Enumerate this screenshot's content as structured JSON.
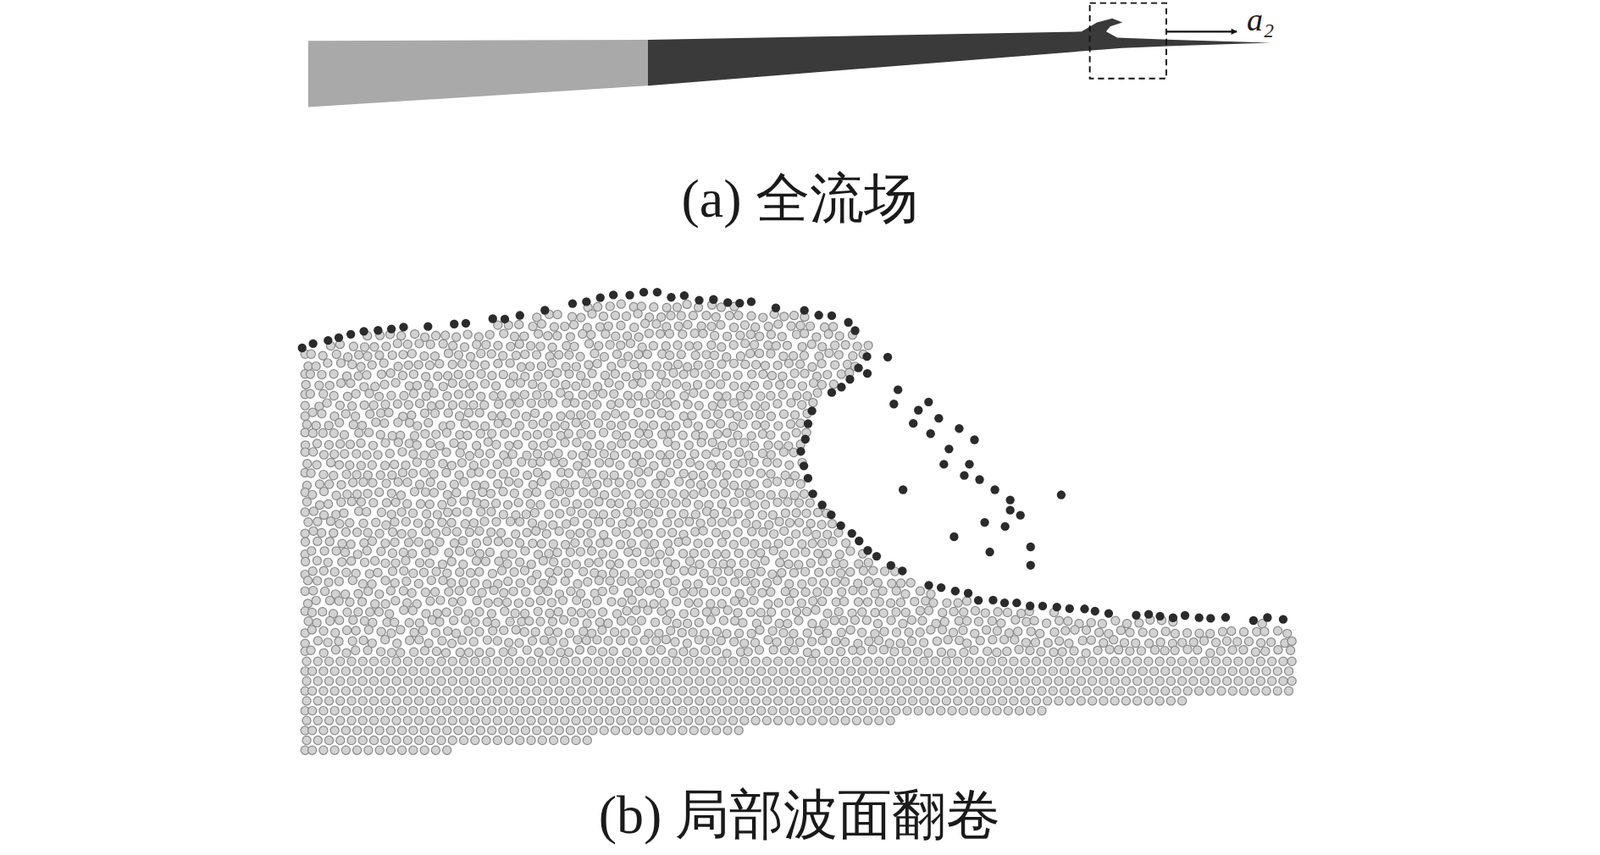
{
  "diagram": {
    "labels": [
      "a₂",
      "(a) 全流场",
      "(b) 局部波面翻卷"
    ]
  }
}
